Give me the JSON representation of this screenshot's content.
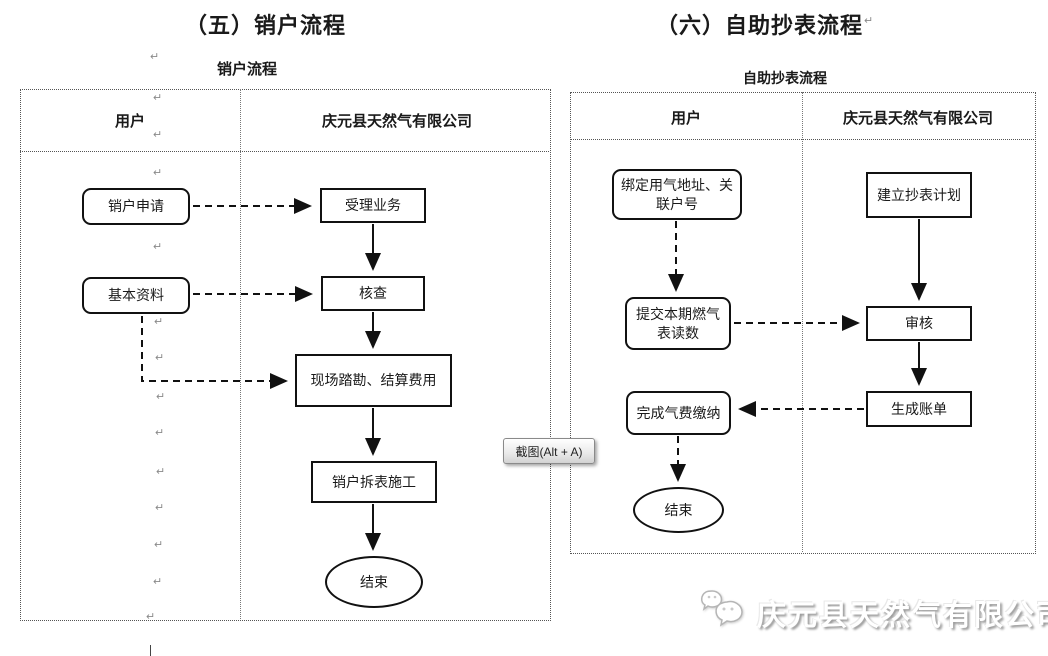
{
  "page": {
    "section5_title": "（五）销户流程",
    "section6_title": "（六）自助抄表流程",
    "pmark_glyph": "↵",
    "tooltip_label": "截图(Alt + A)",
    "watermark_text": "庆元县天然气有限公司"
  },
  "left_chart": {
    "title": "销户流程",
    "columns": {
      "user": "用户",
      "company": "庆元县天然气有限公司"
    },
    "nodes": {
      "apply": {
        "label": "销户申请",
        "shape": "rounded",
        "lane": "user"
      },
      "accept": {
        "label": "受理业务",
        "shape": "rect",
        "lane": "company"
      },
      "info": {
        "label": "基本资料",
        "shape": "rounded",
        "lane": "user"
      },
      "check": {
        "label": "核查",
        "shape": "rect",
        "lane": "company"
      },
      "survey": {
        "label": "现场踏勘、结算费用",
        "shape": "rect",
        "lane": "company"
      },
      "demolish": {
        "label": "销户拆表施工",
        "shape": "rect",
        "lane": "company"
      },
      "end": {
        "label": "结束",
        "shape": "ellipse",
        "lane": "company"
      }
    },
    "edges": [
      {
        "from": "销户申请",
        "to": "受理业务",
        "style": "dashed"
      },
      {
        "from": "受理业务",
        "to": "核查",
        "style": "solid"
      },
      {
        "from": "基本资料",
        "to": "核查",
        "style": "dashed"
      },
      {
        "from": "基本资料",
        "to": "现场踏勘、结算费用",
        "style": "dashed"
      },
      {
        "from": "核查",
        "to": "现场踏勘、结算费用",
        "style": "solid"
      },
      {
        "from": "现场踏勘、结算费用",
        "to": "销户拆表施工",
        "style": "solid"
      },
      {
        "from": "销户拆表施工",
        "to": "结束",
        "style": "solid"
      }
    ]
  },
  "right_chart": {
    "title": "自助抄表流程",
    "columns": {
      "user": "用户",
      "company": "庆元县天然气有限公司"
    },
    "nodes": {
      "bind": {
        "label": "绑定用气地址、关联户号",
        "shape": "rounded",
        "lane": "user"
      },
      "plan": {
        "label": "建立抄表计划",
        "shape": "rect",
        "lane": "company"
      },
      "submit": {
        "label": "提交本期燃气表读数",
        "shape": "rounded",
        "lane": "user"
      },
      "audit": {
        "label": "审核",
        "shape": "rect",
        "lane": "company"
      },
      "bill": {
        "label": "生成账单",
        "shape": "rect",
        "lane": "company"
      },
      "pay": {
        "label": "完成气费缴纳",
        "shape": "rounded",
        "lane": "user"
      },
      "end": {
        "label": "结束",
        "shape": "ellipse",
        "lane": "user"
      }
    },
    "edges": [
      {
        "from": "绑定用气地址、关联户号",
        "to": "提交本期燃气表读数",
        "style": "dashed"
      },
      {
        "from": "建立抄表计划",
        "to": "审核",
        "style": "solid"
      },
      {
        "from": "提交本期燃气表读数",
        "to": "审核",
        "style": "dashed"
      },
      {
        "from": "审核",
        "to": "生成账单",
        "style": "solid"
      },
      {
        "from": "生成账单",
        "to": "完成气费缴纳",
        "style": "dashed"
      },
      {
        "from": "完成气费缴纳",
        "to": "结束",
        "style": "dashed"
      }
    ]
  }
}
